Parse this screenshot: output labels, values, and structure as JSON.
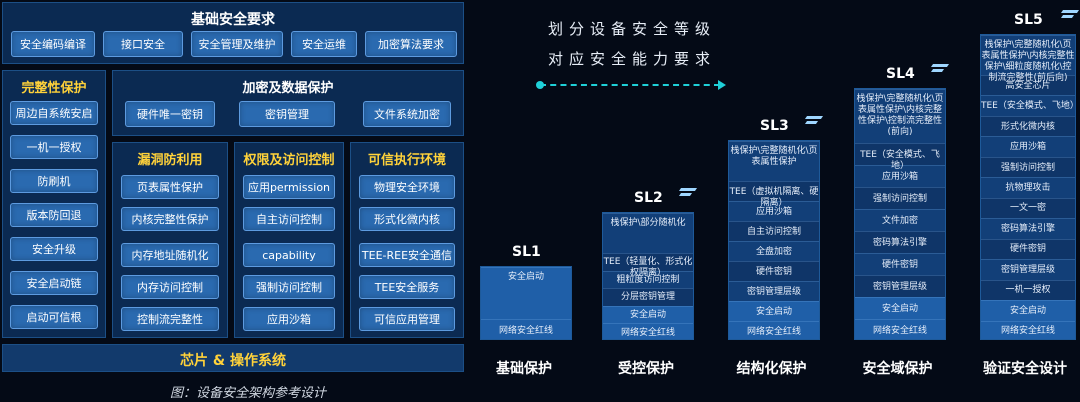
{
  "left": {
    "basic": {
      "title": "基础安全要求",
      "items": [
        "安全编码编译",
        "接口安全",
        "安全管理及维护",
        "安全运维",
        "加密算法要求"
      ]
    },
    "integrity": {
      "title": "完整性保护",
      "items": [
        "周边自系统安启",
        "一机一授权",
        "防刷机",
        "版本防回退",
        "安全升级",
        "安全启动链",
        "启动可信根"
      ]
    },
    "crypto": {
      "title": "加密及数据保护",
      "items": [
        "硬件唯一密钥",
        "密钥管理",
        "文件系统加密"
      ]
    },
    "vuln": {
      "title": "漏洞防利用",
      "items": [
        "页表属性保护",
        "内核完整性保护",
        "内存地址随机化",
        "内存访问控制",
        "控制流完整性"
      ]
    },
    "access": {
      "title": "权限及访问控制",
      "items": [
        "应用permission",
        "自主访问控制",
        "capability",
        "强制访问控制",
        "应用沙箱"
      ]
    },
    "tee": {
      "title": "可信执行环境",
      "items": [
        "物理安全环境",
        "形式化微内核",
        "TEE-REE安全通信",
        "TEE安全服务",
        "可信应用管理"
      ]
    },
    "chip": {
      "title": "芯片 & 操作系统"
    },
    "caption": "图：设备安全架构参考设计"
  },
  "right": {
    "slogan1": "划分设备安全等级",
    "slogan2": "对应安全能力要求",
    "levels": [
      {
        "sl": "SL1",
        "name": "基础保护",
        "segs": [
          "安全启动",
          "网络安全红线"
        ]
      },
      {
        "sl": "SL2",
        "name": "受控保护",
        "segs": [
          "栈保护\\部分随机化",
          "TEE（轻量化、形式化权隔离）",
          "粗粒度访问控制",
          "分层密钥管理",
          "安全启动",
          "网络安全红线"
        ]
      },
      {
        "sl": "SL3",
        "name": "结构化保护",
        "segs": [
          "栈保护\\完整随机化\\页表属性保护",
          "TEE（虚拟机隔离、硬隔离）",
          "应用沙箱",
          "自主访问控制",
          "全盘加密",
          "硬件密钥",
          "密钥管理层级",
          "安全启动",
          "网络安全红线"
        ]
      },
      {
        "sl": "SL4",
        "name": "安全域保护",
        "segs": [
          "栈保护\\完整随机化\\页表属性保护\\内核完整性保护\\控制流完整性(前向)",
          "TEE（安全模式、飞地）",
          "应用沙箱",
          "强制访问控制",
          "文件加密",
          "密码算法引擎",
          "硬件密钥",
          "密钥管理层级",
          "安全启动",
          "网络安全红线"
        ]
      },
      {
        "sl": "SL5",
        "name": "验证安全设计",
        "segs": [
          "栈保护\\完整随机化\\页表属性保护\\内核完整性保护\\细粒度随机化\\控制流完整性(前后向)",
          "高安全芯片",
          "TEE（安全模式、飞地）",
          "形式化微内核",
          "应用沙箱",
          "强制访问控制",
          "抗物理攻击",
          "一文一密",
          "密码算法引擎",
          "硬件密钥",
          "密钥管理层级",
          "一机一授权",
          "安全启动",
          "网络安全红线"
        ]
      }
    ]
  },
  "colors": {
    "panel": "#0b2a52",
    "box": "#2a6ab0",
    "accent_yellow": "#ffd23a",
    "column": "#0a2a55",
    "arrow": "#1fd0d8"
  }
}
